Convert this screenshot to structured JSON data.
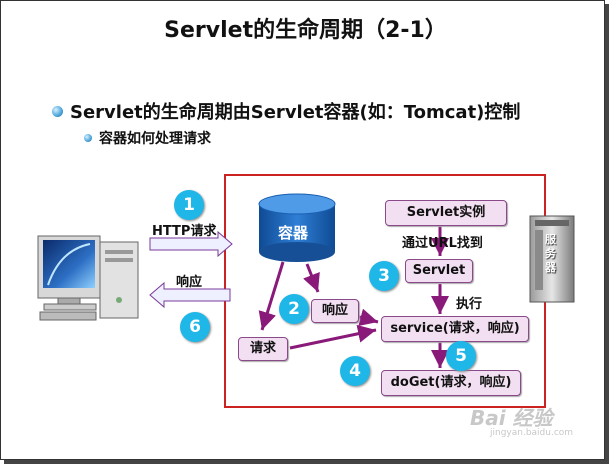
{
  "slide": {
    "title": "Servlet的生命周期（2-1）",
    "bullet_main": "Servlet的生命周期由Servlet容器(如：Tomcat)控制",
    "bullet_sub": "容器如何处理请求"
  },
  "diagram": {
    "http_request_label": "HTTP请求",
    "response_label_left": "响应",
    "container_label": "容器",
    "server_label": "服务器",
    "servlet_instance": "Servlet实例",
    "find_by_url": "通过URL找到",
    "servlet": "Servlet",
    "execute": "执行",
    "service_call": "service(请求，响应)",
    "doget_call": "doGet(请求，响应)",
    "request_box": "请求",
    "response_box": "响应",
    "steps": [
      "1",
      "2",
      "3",
      "4",
      "5",
      "6"
    ]
  },
  "watermark": {
    "text": "Bai 经验",
    "url": "jingyan.baidu.com"
  },
  "colors": {
    "accent_blue": "#1fb6e8",
    "container_blue": "#1a5fb0",
    "frame_red": "#cc2222",
    "box_fill": "#f2dff2",
    "arrow_purple": "#8a1a7a",
    "arrow_fill": "#eef0ff"
  }
}
